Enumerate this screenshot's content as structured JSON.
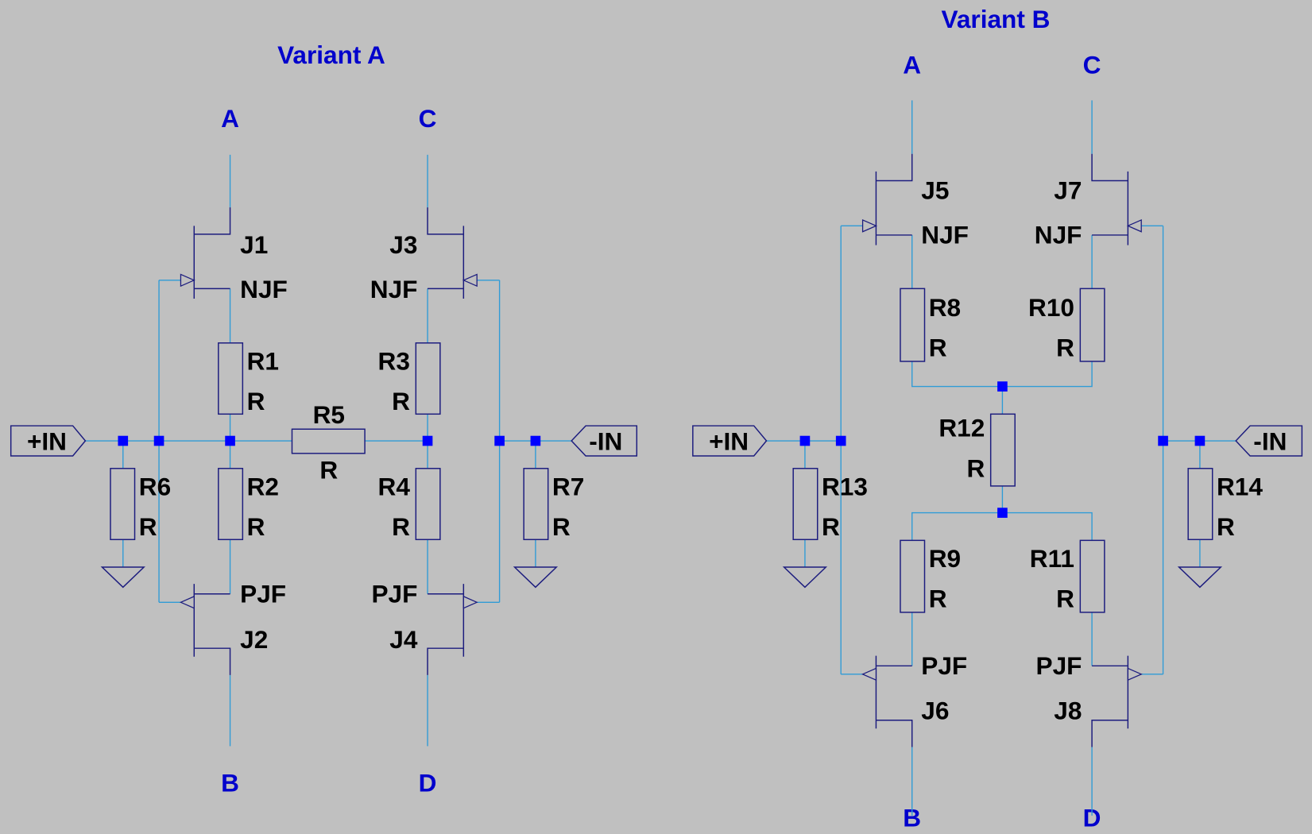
{
  "titles": {
    "variant_a": "Variant A",
    "variant_b": "Variant B"
  },
  "variant_a": {
    "nets": {
      "top_left": "A",
      "top_right": "C",
      "bottom_left": "B",
      "bottom_right": "D"
    },
    "ports": {
      "plus_in": "+IN",
      "minus_in": "-IN"
    },
    "components": {
      "J1": {
        "ref": "J1",
        "value": "NJF"
      },
      "J2": {
        "ref": "J2",
        "value": "PJF"
      },
      "J3": {
        "ref": "J3",
        "value": "NJF"
      },
      "J4": {
        "ref": "J4",
        "value": "PJF"
      },
      "R1": {
        "ref": "R1",
        "value": "R"
      },
      "R2": {
        "ref": "R2",
        "value": "R"
      },
      "R3": {
        "ref": "R3",
        "value": "R"
      },
      "R4": {
        "ref": "R4",
        "value": "R"
      },
      "R5": {
        "ref": "R5",
        "value": "R"
      },
      "R6": {
        "ref": "R6",
        "value": "R"
      },
      "R7": {
        "ref": "R7",
        "value": "R"
      }
    }
  },
  "variant_b": {
    "nets": {
      "top_left": "A",
      "top_right": "C",
      "bottom_left": "B",
      "bottom_right": "D"
    },
    "ports": {
      "plus_in": "+IN",
      "minus_in": "-IN"
    },
    "components": {
      "J5": {
        "ref": "J5",
        "value": "NJF"
      },
      "J6": {
        "ref": "J6",
        "value": "PJF"
      },
      "J7": {
        "ref": "J7",
        "value": "NJF"
      },
      "J8": {
        "ref": "J8",
        "value": "PJF"
      },
      "R8": {
        "ref": "R8",
        "value": "R"
      },
      "R9": {
        "ref": "R9",
        "value": "R"
      },
      "R10": {
        "ref": "R10",
        "value": "R"
      },
      "R11": {
        "ref": "R11",
        "value": "R"
      },
      "R12": {
        "ref": "R12",
        "value": "R"
      },
      "R13": {
        "ref": "R13",
        "value": "R"
      },
      "R14": {
        "ref": "R14",
        "value": "R"
      }
    }
  },
  "colors": {
    "background": "#c0c0c0",
    "wire": "#2f9bd6",
    "component": "#1c1c7e",
    "junction": "#0000ff",
    "net_label": "#0000cc",
    "text": "#000000"
  }
}
